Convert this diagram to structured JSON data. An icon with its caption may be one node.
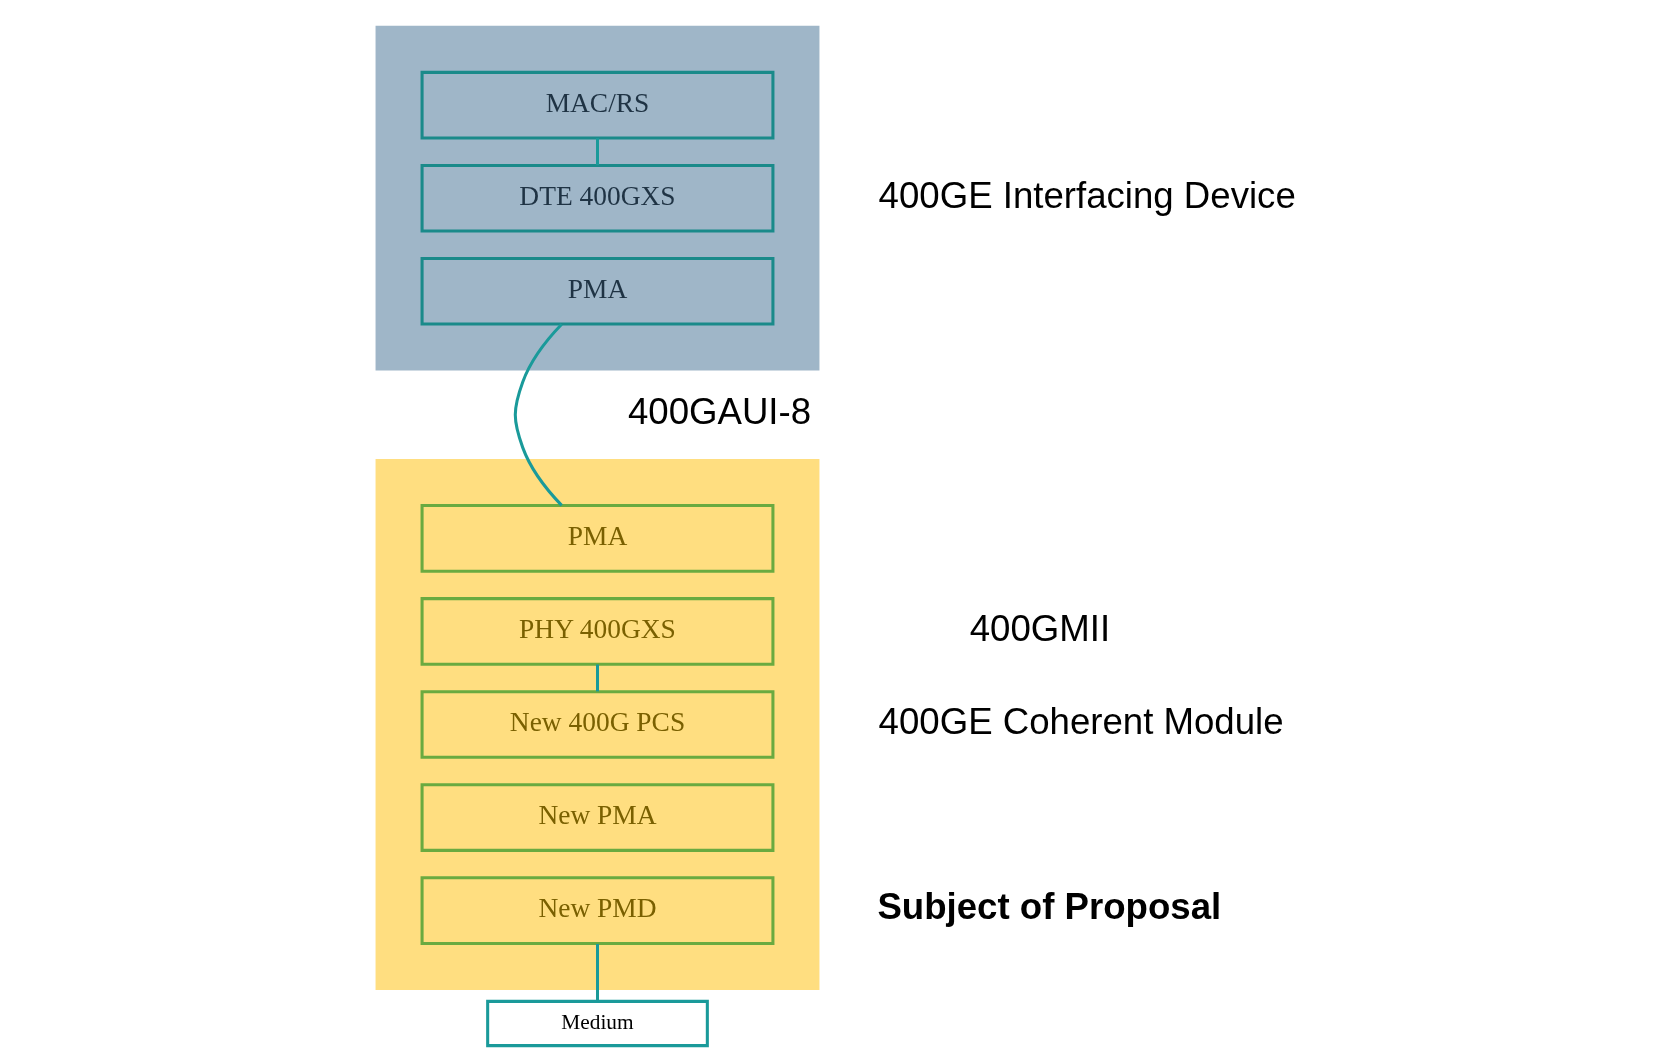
{
  "diagram": {
    "nodes": [
      {
        "text": [],
        "shape": "box"
      },
      {
        "text": [
          "MAC/RS"
        ],
        "in": 0
      },
      {
        "text": [
          "DTE 400GXS"
        ],
        "in": 0
      },
      {
        "text": [
          "PMA"
        ],
        "in": 0
      },
      {
        "text": [],
        "shape": "box"
      },
      {
        "text": [
          "PMA"
        ],
        "in": 4
      },
      {
        "text": [
          "PHY 400GXS"
        ],
        "in": 4
      },
      {
        "text": [
          "New 400G PCS"
        ],
        "in": 4
      },
      {
        "text": [
          "New PMA"
        ],
        "in": 4
      },
      {
        "text": [
          "New PMD"
        ],
        "in": 4
      },
      {
        "text": [
          "Medium"
        ]
      }
    ],
    "edges": [
      {
        "from": 1,
        "to": 2,
        "arrow": "none"
      },
      {
        "from": 3,
        "to": 5,
        "arrow": "none"
      },
      {
        "from": 6,
        "to": 7,
        "arrow": "none"
      },
      {
        "from": 9,
        "to": 10,
        "arrow": "none"
      }
    ],
    "labels": [
      "400GE Interfacing Device",
      "400GAUI-8",
      "400GMII",
      "400GE Coherent Module",
      "Subject of Proposal"
    ]
  }
}
